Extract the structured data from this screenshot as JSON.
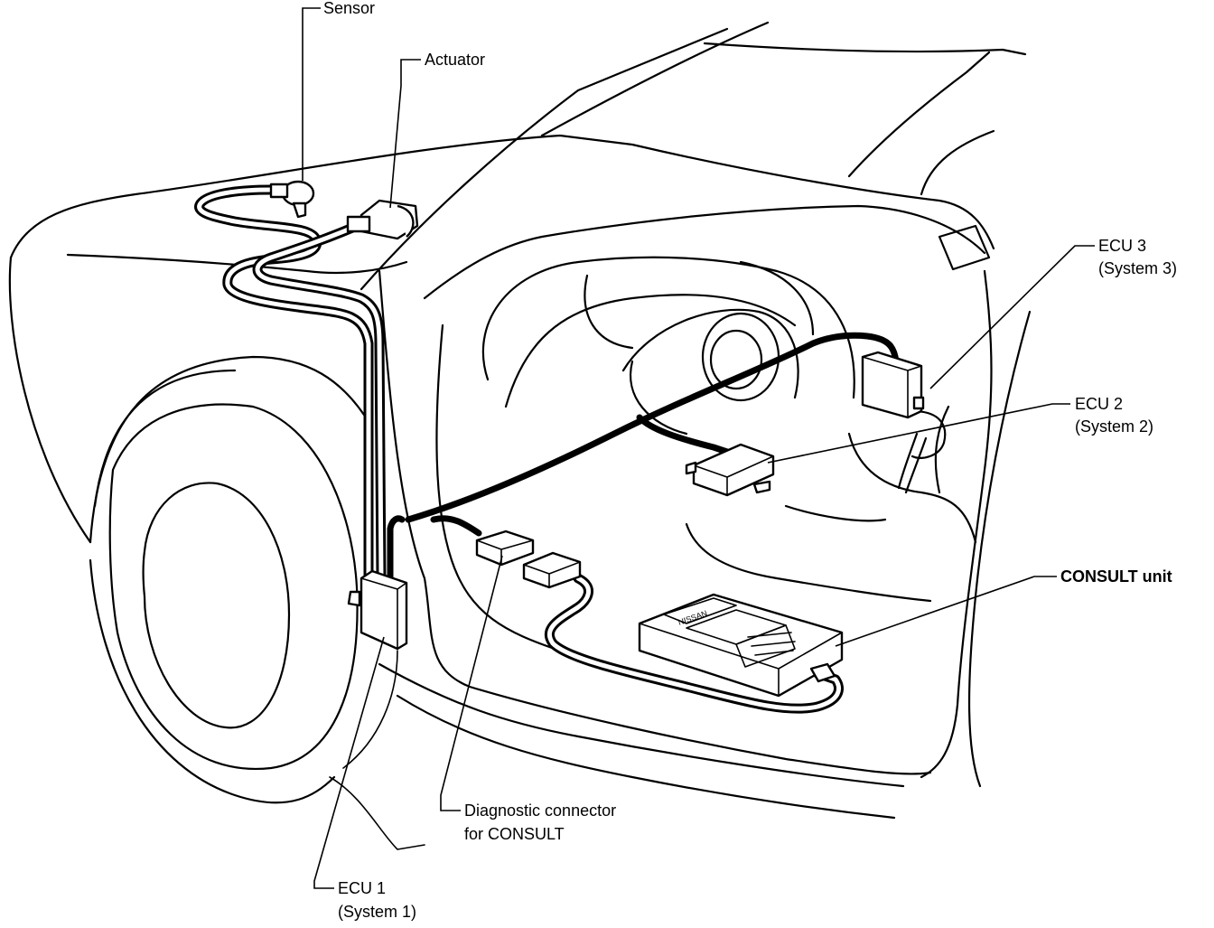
{
  "labels": {
    "sensor": "Sensor",
    "actuator": "Actuator",
    "ecu3_line1": "ECU 3",
    "ecu3_line2": "(System 3)",
    "ecu2_line1": "ECU 2",
    "ecu2_line2": "(System 2)",
    "consult_unit": "CONSULT unit",
    "diag_line1": "Diagnostic connector",
    "diag_line2": "for CONSULT",
    "ecu1_line1": "ECU 1",
    "ecu1_line2": "(System 1)",
    "brand": "NISSAN"
  },
  "colors": {
    "ink": "#000000",
    "paper": "#ffffff"
  }
}
